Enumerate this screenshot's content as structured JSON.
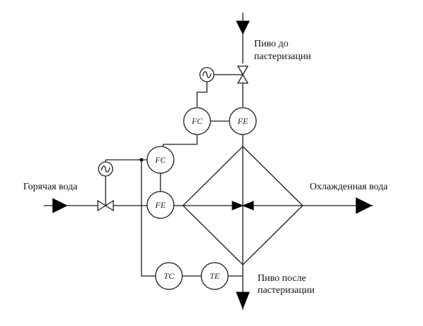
{
  "labels": {
    "hot_water_in": "Горячая вода",
    "cooled_water_out": "Охлажденная вода",
    "beer_in_line1": "Пиво до",
    "beer_in_line2": "пастеризации",
    "beer_out_line1": "Пиво после",
    "beer_out_line2": "пастеризации"
  },
  "instruments": {
    "fc_beer": "FC",
    "fe_beer": "FE",
    "fc_water": "FC",
    "fe_water": "FE",
    "tc": "TC",
    "te": "TE"
  }
}
